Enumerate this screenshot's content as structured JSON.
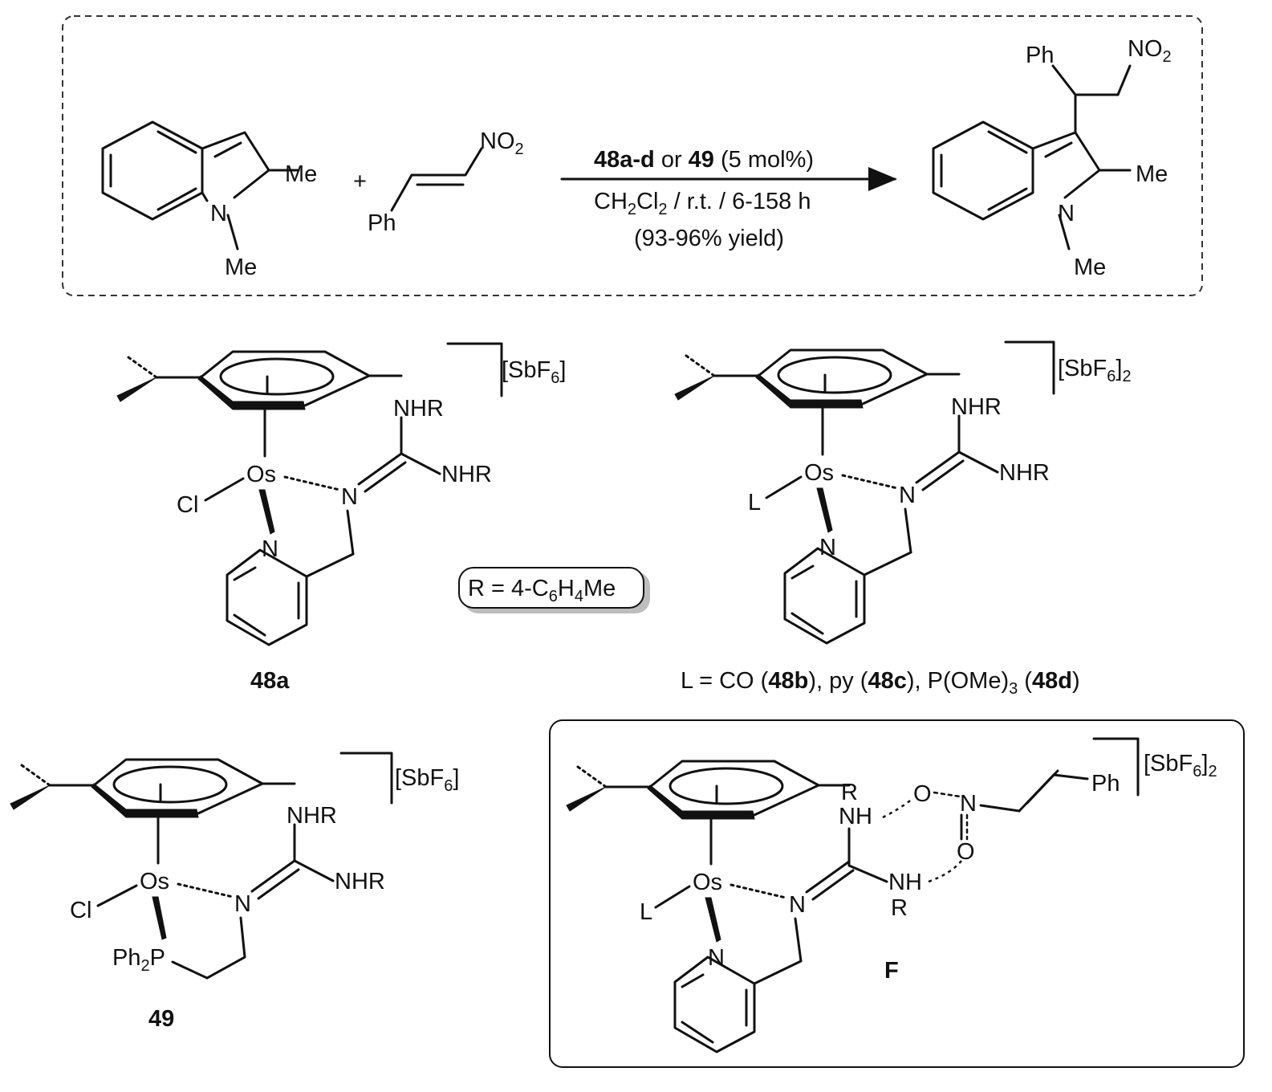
{
  "reaction": {
    "me_a": "Me",
    "n_a": "N",
    "me_b": "Me",
    "plus": "+",
    "no2": "NO",
    "no2_sub": "2",
    "ph": "Ph",
    "catalyst_bold_a": "48a-d",
    "catalyst_or": " or ",
    "catalyst_bold_b": "49",
    "catalyst_load": " (5 mol%)",
    "solvent_a": "CH",
    "solvent_sub_a": "2",
    "solvent_b": "Cl",
    "solvent_sub_b": "2",
    "solvent_c": " / r.t. / 6-158 h",
    "yield": "(93-96% yield)",
    "prod_ph": "Ph",
    "prod_no2": "NO",
    "prod_no2_sub": "2",
    "prod_me_a": "Me",
    "prod_n": "N",
    "prod_me_b": "Me"
  },
  "complex_48a": {
    "counterion": "[SbF",
    "counterion_sub": "6",
    "counterion_close": "]",
    "nhr_top": "NHR",
    "nhr_mid": "NHR",
    "os": "Os",
    "n_imine": "N",
    "cl": "Cl",
    "n_py": "N",
    "label": "48a"
  },
  "r_definition": {
    "text_a": "R = 4-C",
    "sub_a": "6",
    "text_b": "H",
    "sub_b": "4",
    "text_c": "Me"
  },
  "complex_48bcd": {
    "counterion": "[SbF",
    "counterion_sub": "6",
    "counterion_close": "]",
    "counterion_sub2": "2",
    "nhr_top": "NHR",
    "nhr_mid": "NHR",
    "os": "Os",
    "n_imine": "N",
    "l": "L",
    "n_py": "N",
    "caption_a": "L = CO (",
    "caption_b": "48b",
    "caption_c": "), py (",
    "caption_d": "48c",
    "caption_e": "), P(OMe)",
    "caption_sub": "3",
    "caption_f": " (",
    "caption_g": "48d",
    "caption_h": ")"
  },
  "complex_49": {
    "counterion": "[SbF",
    "counterion_sub": "6",
    "counterion_close": "]",
    "nhr_top": "NHR",
    "nhr_mid": "NHR",
    "os": "Os",
    "n_imine": "N",
    "cl": "Cl",
    "ph2p_a": "Ph",
    "ph2p_sub": "2",
    "ph2p_b": "P",
    "label": "49"
  },
  "intermediate_F": {
    "counterion": "[SbF",
    "counterion_sub": "6",
    "counterion_close": "]",
    "counterion_sub2": "2",
    "r_top": "R",
    "nh_top": "NH",
    "o_top": "O",
    "n_nitro": "N",
    "o_bottom": "O",
    "ph": "Ph",
    "nh_bottom": "NH",
    "r_bottom": "R",
    "os": "Os",
    "n_imine": "N",
    "l": "L",
    "n_py": "N",
    "label": "F"
  }
}
